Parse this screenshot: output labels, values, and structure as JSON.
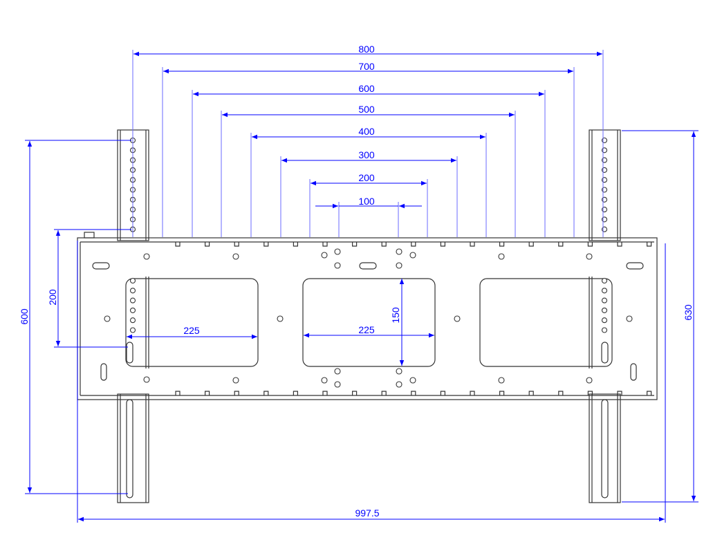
{
  "drawing": {
    "horizontal_dims": [
      "800",
      "700",
      "600",
      "500",
      "400",
      "300",
      "200",
      "100"
    ],
    "window_width": "225",
    "window_width_center": "225",
    "window_height": "150",
    "left_height": "600",
    "left_spacing": "200",
    "right_height": "630",
    "overall_width": "997.5",
    "colors": {
      "dimension": "#0000ff",
      "part": "#333333"
    }
  }
}
